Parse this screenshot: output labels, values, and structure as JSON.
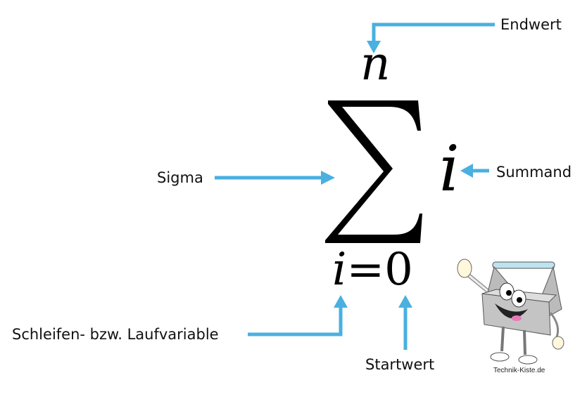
{
  "labels": {
    "endwert": "Endwert",
    "sigma": "Sigma",
    "summand": "Summand",
    "laufvariable": "Schleifen- bzw. Laufvariable",
    "startwert": "Startwert"
  },
  "formula": {
    "upper": "n",
    "summand": "i",
    "lower_var": "i",
    "lower_eq": "=",
    "lower_start": "0"
  },
  "logo": {
    "text": "Technik-Kiste.de"
  },
  "colors": {
    "arrow": "#4AB0E0",
    "text": "#111111"
  }
}
